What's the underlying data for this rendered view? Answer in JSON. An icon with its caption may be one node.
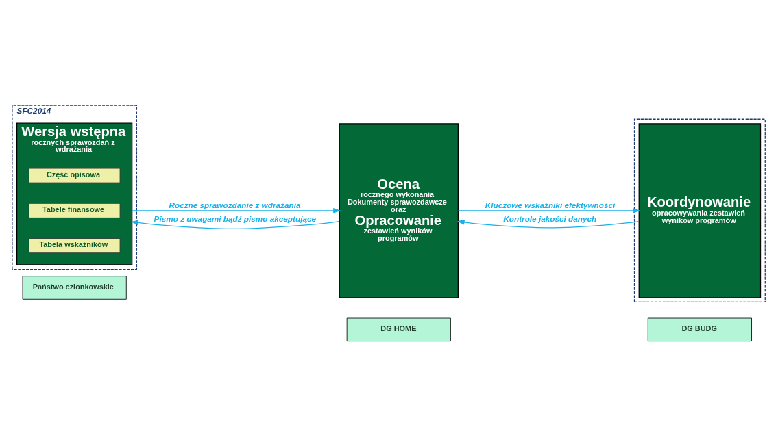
{
  "diagram": {
    "nodes": [
      {
        "text": [
          "Państwo członkowskie"
        ]
      },
      {
        "text": [
          "DG HOME"
        ]
      },
      {
        "text": [
          "DG BUDG"
        ]
      },
      {
        "text": [
          "SFC2014"
        ]
      },
      {
        "text": [
          "Wersja wstępna",
          "rocznych sprawozdań z wdrażania"
        ],
        "in": 3
      },
      {
        "text": [
          "Część opisowa"
        ],
        "in": 4
      },
      {
        "text": [
          "Tabele finansowe"
        ],
        "in": 4
      },
      {
        "text": [
          "Tabela wskaźników"
        ],
        "in": 4
      },
      {
        "text": [
          "Ocena",
          "rocznego wykonania Dokumenty sprawozdawcze",
          "oraz",
          "Opracowanie",
          "zestawień wyników programów"
        ]
      },
      {
        "text": [],
        "shape": "box"
      },
      {
        "text": [
          "Koordynowanie",
          "opracowywania zestawień wyników programów"
        ],
        "in": 9
      }
    ],
    "edges": [
      {
        "from": 4,
        "to": 8,
        "arrow": "to",
        "label": "Roczne sprawozdanie z wdrażania"
      },
      {
        "from": 8,
        "to": 10,
        "arrow": "to",
        "label": "Kluczowe wskaźniki efektywności"
      },
      {
        "from": 8,
        "to": 4,
        "arrow": "to",
        "label": "Pismo z uwagami bądź pismo akceptujące"
      },
      {
        "from": 10,
        "to": 8,
        "arrow": "to",
        "label": "Kontrole jakości danych"
      }
    ]
  }
}
